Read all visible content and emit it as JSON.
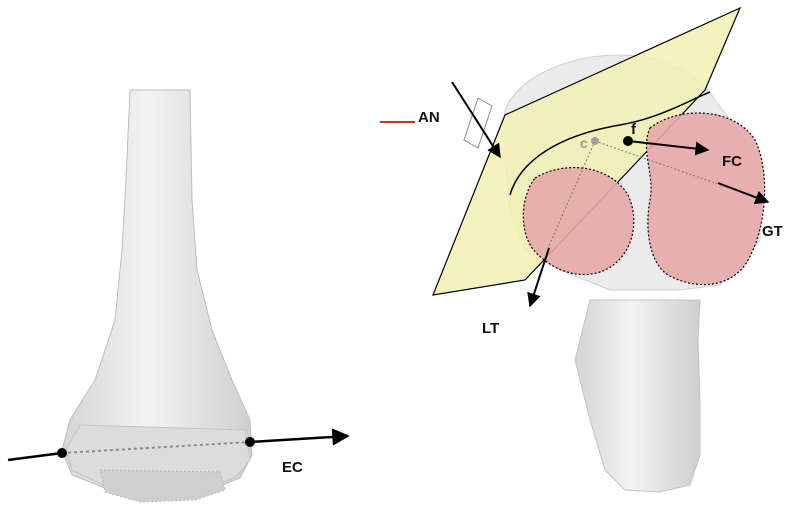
{
  "labels": {
    "an": "AN",
    "f": "f",
    "c": "c",
    "fc": "FC",
    "gt": "GT",
    "lt": "LT",
    "ec": "EC"
  },
  "colors": {
    "bone_fill": "#ececec",
    "bone_shade": "#d2d2d2",
    "plane_fill": "#f3f0b4",
    "tubercle_fill": "#e7a9a9",
    "legend_line": "#c0392b",
    "axis": "#000000"
  }
}
